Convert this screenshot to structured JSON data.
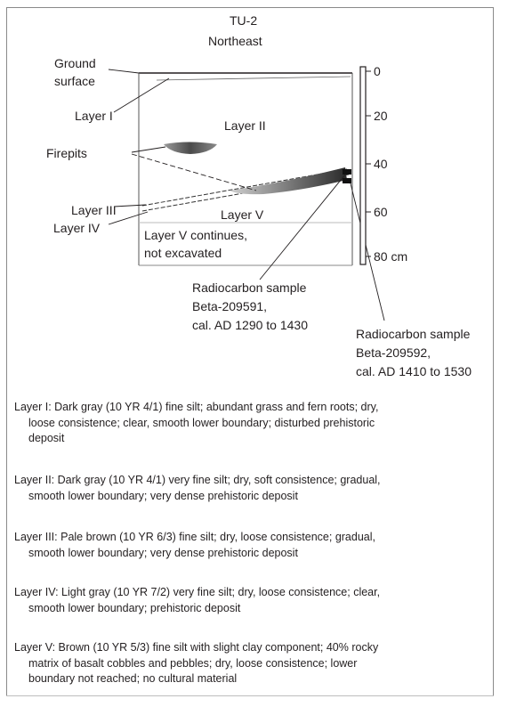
{
  "figure": {
    "title": "TU-2",
    "subtitle": "Northeast",
    "labels": {
      "ground_surface_1": "Ground",
      "ground_surface_2": "surface",
      "layer_1": "Layer I",
      "layer_2": "Layer II",
      "firepits": "Firepits",
      "layer_3": "Layer III",
      "layer_4": "Layer IV",
      "layer_5": "Layer V",
      "layer_5_note_1": "Layer V continues,",
      "layer_5_note_2": "not excavated"
    },
    "scale": {
      "ticks": [
        "0",
        "20",
        "40",
        "60",
        "80 cm"
      ]
    },
    "samples": [
      {
        "line1": "Radiocarbon sample",
        "line2": "Beta-209591,",
        "line3": "cal. AD 1290 to 1430"
      },
      {
        "line1": "Radiocarbon sample",
        "line2": "Beta-209592,",
        "line3": "cal. AD 1410 to 1530"
      }
    ]
  },
  "descriptions": [
    {
      "line1": "Layer I:  Dark gray (10 YR 4/1) fine silt; abundant grass and fern roots; dry,",
      "line2": "loose consistence; clear, smooth lower boundary; disturbed prehistoric",
      "line3": "deposit"
    },
    {
      "line1": "Layer II:  Dark gray (10 YR 4/1) very fine silt; dry, soft consistence; gradual,",
      "line2": "smooth lower boundary; very dense prehistoric deposit",
      "line3": ""
    },
    {
      "line1": "Layer III:  Pale brown (10 YR 6/3) fine silt; dry, loose consistence; gradual,",
      "line2": "smooth lower boundary; very dense prehistoric deposit",
      "line3": ""
    },
    {
      "line1": "Layer IV:  Light gray (10 YR 7/2) very fine silt; dry, loose consistence; clear,",
      "line2": "smooth lower boundary; prehistoric deposit",
      "line3": ""
    },
    {
      "line1": "Layer V:  Brown (10 YR 5/3) fine silt with slight clay component; 40% rocky",
      "line2": "matrix of basalt cobbles and pebbles; dry, loose consistence; lower",
      "line3": "boundary not reached; no cultural material"
    }
  ]
}
